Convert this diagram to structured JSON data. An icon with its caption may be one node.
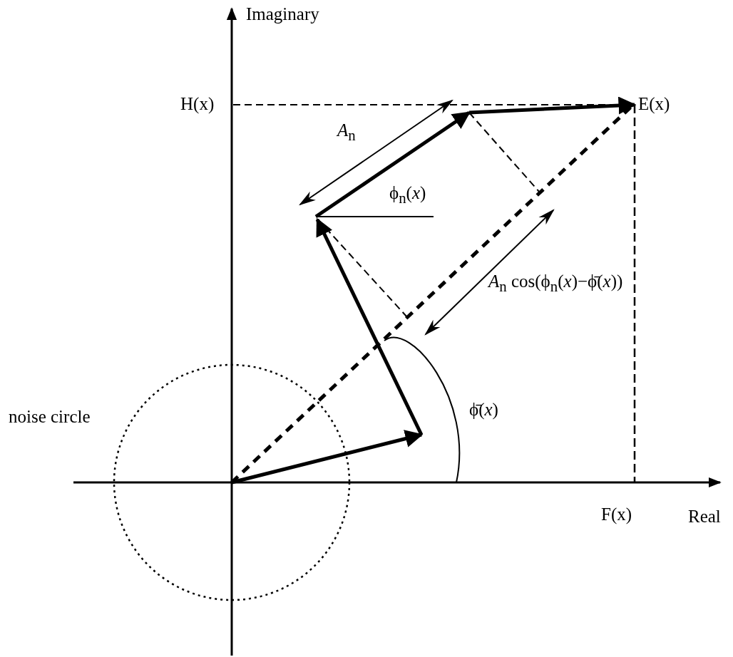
{
  "diagram": {
    "nodes": [
      {
        "text": [],
        "shape": "circle"
      }
    ],
    "labels": [
      "Imaginary",
      "H(x)",
      "E(x)",
      "*A*$_{n}$",
      "ϕ$_{n}$(*x*)",
      "*A*$_{n}$ cos(ϕ$_{n}$(*x*)−ϕ̄(*x*))",
      "noise circle",
      "ϕ̄(*x*)",
      "F(x)",
      "Real"
    ]
  }
}
